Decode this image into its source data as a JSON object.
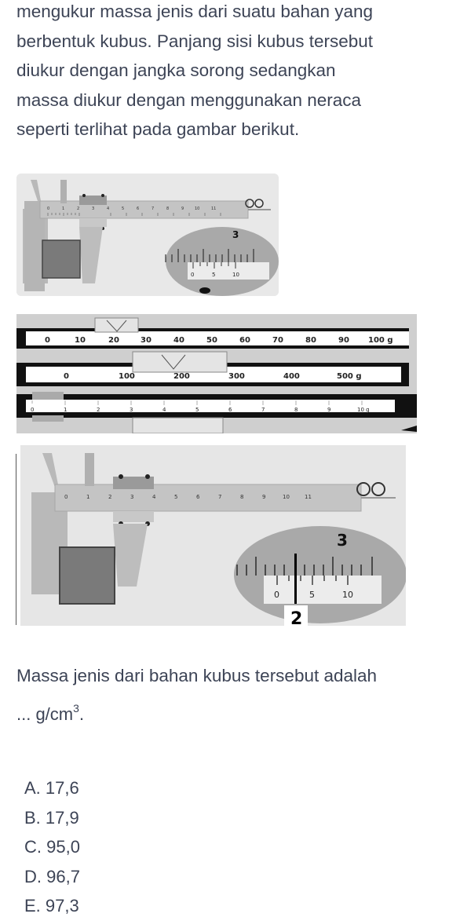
{
  "intro": {
    "lines": [
      "mengukur massa jenis dari suatu bahan yang",
      "berbentuk kubus. Panjang sisi kubus tersebut",
      "diukur dengan jangka sorong sedangkan",
      "massa diukur dengan menggunakan neraca",
      "seperti terlihat pada gambar berikut."
    ]
  },
  "figures": {
    "caliper_top": {
      "main_scale_labels": [
        "0",
        "1",
        "2",
        "3",
        "4",
        "5",
        "6",
        "7",
        "8",
        "9",
        "10",
        "11"
      ],
      "zoom_main_label": "3",
      "vernier_labels": [
        "0",
        "5",
        "10"
      ]
    },
    "balance": {
      "beam1_labels": [
        "0",
        "10",
        "20",
        "30",
        "40",
        "50",
        "60",
        "70",
        "80",
        "90",
        "100 g"
      ],
      "beam2_labels": [
        "0",
        "100",
        "200",
        "300",
        "400",
        "500 g"
      ],
      "beam3_labels": [
        "0",
        "1",
        "2",
        "3",
        "4",
        "5",
        "6",
        "7",
        "8",
        "9",
        "10 g"
      ]
    },
    "caliper_bottom": {
      "main_scale_labels": [
        "0",
        "1",
        "2",
        "3",
        "4",
        "5",
        "6",
        "7",
        "8",
        "9",
        "10",
        "11"
      ],
      "zoom_main_label": "3",
      "vernier_labels": [
        "0",
        "5",
        "10"
      ],
      "coincide_label": "2"
    }
  },
  "question": {
    "line1": "Massa jenis dari bahan kubus tersebut adalah",
    "line2_prefix": "... g/cm",
    "line2_sup": "3",
    "line2_suffix": "."
  },
  "options": [
    {
      "letter": "A.",
      "value": "17,6"
    },
    {
      "letter": "B.",
      "value": "17,9"
    },
    {
      "letter": "C.",
      "value": "95,0"
    },
    {
      "letter": "D.",
      "value": "96,7"
    },
    {
      "letter": "E.",
      "value": "97,3"
    }
  ]
}
